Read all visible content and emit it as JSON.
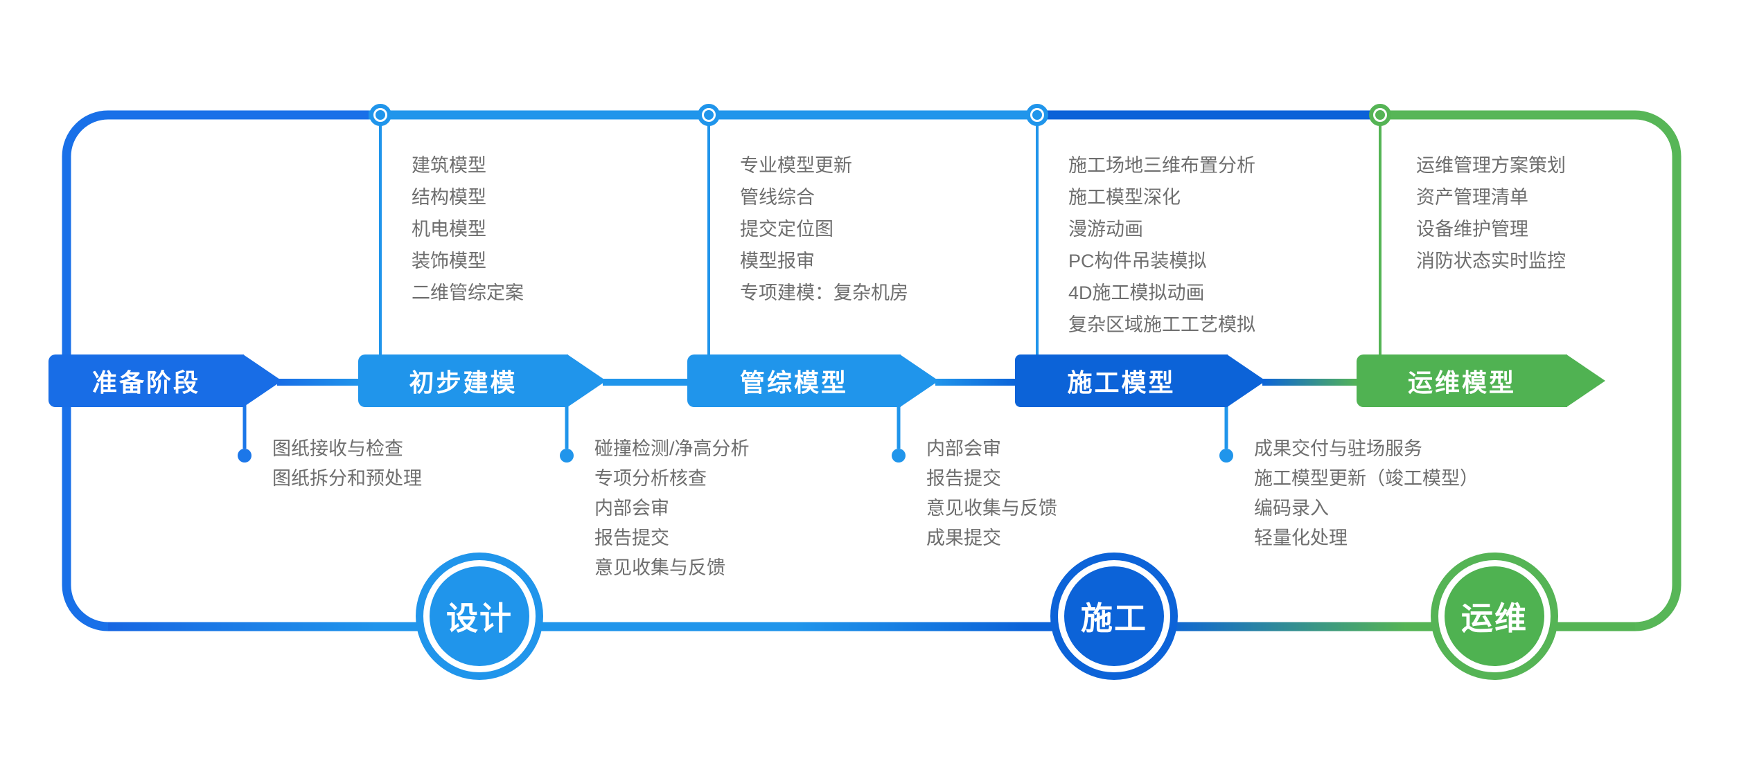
{
  "diagram_title": "BIM workflow phases diagram",
  "colors": {
    "blue_dark": "#186DE6",
    "blue_light": "#2095EB",
    "blue_deep": "#0C63D8",
    "green_frame": "#57B657",
    "green_banner": "#50B252",
    "text_gray": "#6E6E6E"
  },
  "phases": [
    {
      "label": "准备阶段",
      "top_items": [],
      "bottom_items": [
        "图纸接收与检查",
        "图纸拆分和预处理"
      ]
    },
    {
      "label": "初步建模",
      "top_items": [
        "建筑模型",
        "结构模型",
        "机电模型",
        "装饰模型",
        "二维管综定案"
      ],
      "bottom_items": [
        "碰撞检测/净高分析",
        "专项分析核查",
        "内部会审",
        "报告提交",
        "意见收集与反馈"
      ]
    },
    {
      "label": "管综模型",
      "top_items": [
        "专业模型更新",
        "管线综合",
        "提交定位图",
        "模型报审",
        "专项建模：复杂机房"
      ],
      "bottom_items": [
        "内部会审",
        "报告提交",
        "意见收集与反馈",
        "成果提交"
      ]
    },
    {
      "label": "施工模型",
      "top_items": [
        "施工场地三维布置分析",
        "施工模型深化",
        "漫游动画",
        "PC构件吊装模拟",
        "4D施工模拟动画",
        "复杂区域施工工艺模拟"
      ],
      "bottom_items": [
        "成果交付与驻场服务",
        "施工模型更新（竣工模型）",
        "编码录入",
        "轻量化处理"
      ]
    },
    {
      "label": "运维模型",
      "top_items": [
        "运维管理方案策划",
        "资产管理清单",
        "设备维护管理",
        "消防状态实时监控"
      ],
      "bottom_items": []
    }
  ],
  "stage_circles": [
    {
      "label": "设计"
    },
    {
      "label": "施工"
    },
    {
      "label": "运维"
    }
  ]
}
